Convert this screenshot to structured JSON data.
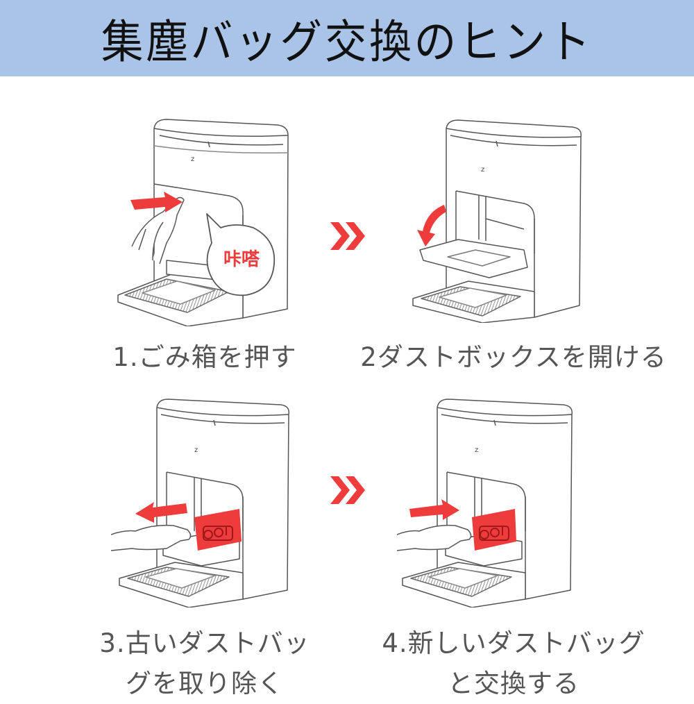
{
  "header": {
    "title": "集塵バッグ交換のヒント",
    "background_color": "#aac4e7"
  },
  "accent_color": "#ee3b3b",
  "steps": [
    {
      "number": "1",
      "caption": "1.ごみ箱を押す",
      "caption_lines": [
        "1.ごみ箱を押す"
      ],
      "bubble_text": "咔嗒",
      "illustration": "press-dustbin-button"
    },
    {
      "number": "2",
      "caption": "2ダストボックスを開ける",
      "caption_lines": [
        "2ダストボックスを開ける"
      ],
      "illustration": "open-dust-box"
    },
    {
      "number": "3",
      "caption": "3.古いダストバッグを取り除く",
      "caption_lines": [
        "3.古いダストバッ",
        "グを取り除く"
      ],
      "illustration": "remove-old-dust-bag"
    },
    {
      "number": "4",
      "caption": "4.新しいダストバッグと交換する",
      "caption_lines": [
        "4.新しいダストバッグ",
        "と交換する"
      ],
      "illustration": "insert-new-dust-bag"
    }
  ],
  "arrows": [
    {
      "icon": "double-chevron-right-icon",
      "between": "1-2"
    },
    {
      "icon": "double-chevron-right-icon",
      "between": "3-4"
    }
  ]
}
